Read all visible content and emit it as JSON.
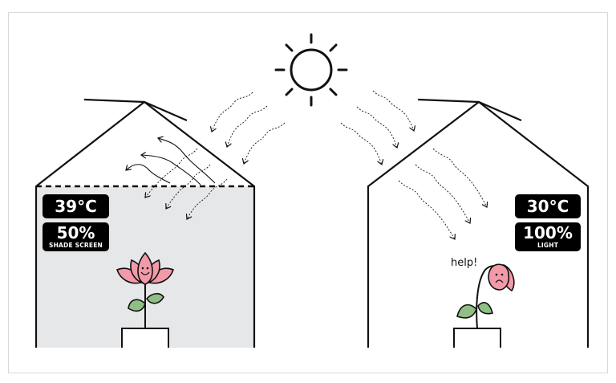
{
  "left_greenhouse": {
    "temperature": "39°C",
    "shade_value": "50%",
    "shade_label": "SHADE SCREEN",
    "plant_state": "happy"
  },
  "right_greenhouse": {
    "temperature": "30°C",
    "light_value": "100%",
    "light_label": "LIGHT",
    "plant_state": "wilted",
    "speech": "help!"
  },
  "colors": {
    "shaded_interior": "#e6e7e8",
    "petal_pink": "#f29aa9",
    "leaf_green": "#8fbf85",
    "badge_bg": "#000000",
    "line": "#111111"
  },
  "icons": [
    "sun-icon",
    "greenhouse-icon",
    "flower-icon",
    "wilted-flower-icon"
  ]
}
